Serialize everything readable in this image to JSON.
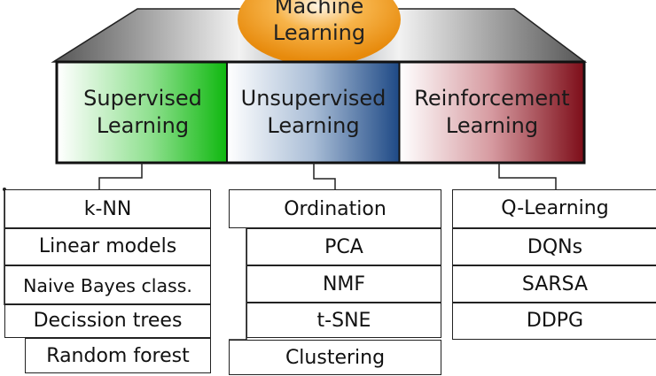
{
  "diagram": {
    "root": {
      "label_line1": "Machine",
      "label_line2": "Learning",
      "color": "#f39c1a"
    },
    "categories": [
      {
        "label_line1": "Supervised",
        "label_line2": "Learning",
        "color": "#17c017",
        "items": [
          "k-NN",
          "Linear models",
          "Naive Bayes class.",
          "Decission trees",
          "Random forest"
        ]
      },
      {
        "label_line1": "Unsupervised",
        "label_line2": "Learning",
        "color": "#1f4a86",
        "items": [
          "Ordination",
          "PCA",
          "NMF",
          "t-SNE",
          "Clustering"
        ]
      },
      {
        "label_line1": "Reinforcement",
        "label_line2": "Learning",
        "color": "#8a1520",
        "items": [
          "Q-Learning",
          "DQNs",
          "SARSA",
          "DDPG"
        ]
      }
    ]
  }
}
